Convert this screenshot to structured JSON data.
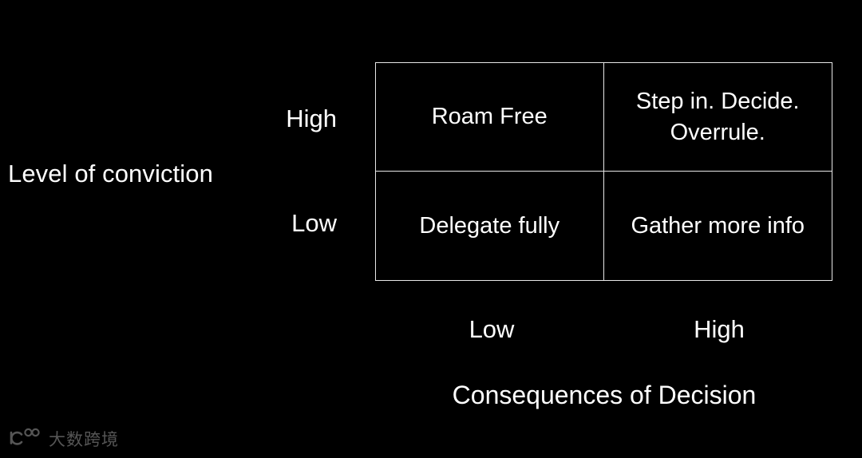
{
  "slide": {
    "background_color": "#000000",
    "text_color": "#ffffff",
    "border_color": "#e8e8e8"
  },
  "y_axis": {
    "title": "Level of conviction",
    "ticks": [
      {
        "label": "High"
      },
      {
        "label": "Low"
      }
    ]
  },
  "x_axis": {
    "title": "Consequences of Decision",
    "ticks": [
      {
        "label": "Low"
      },
      {
        "label": "High"
      }
    ]
  },
  "matrix": {
    "cells": [
      {
        "id": "high-conviction-low-consequence",
        "line1": "Roam Free",
        "line2": ""
      },
      {
        "id": "high-conviction-high-consequence",
        "line1": "Step in. Decide.",
        "line2": "Overrule."
      },
      {
        "id": "low-conviction-low-consequence",
        "line1": "Delegate fully",
        "line2": ""
      },
      {
        "id": "low-conviction-high-consequence",
        "line1": "Gather more info",
        "line2": ""
      }
    ]
  },
  "watermark": {
    "logo_icon": "ic-infinity-logo-icon",
    "text": "大数跨境",
    "color": "#8a8a8a"
  },
  "chart_data": {
    "type": "table",
    "title": "",
    "xlabel": "Consequences of Decision",
    "ylabel": "Level of conviction",
    "categories": [
      "Low",
      "High"
    ],
    "rows": [
      "High",
      "Low"
    ],
    "cells": [
      [
        "Roam Free",
        "Step in. Decide. Overrule."
      ],
      [
        "Delegate fully",
        "Gather more info"
      ]
    ],
    "grid": true,
    "legend": "none"
  }
}
